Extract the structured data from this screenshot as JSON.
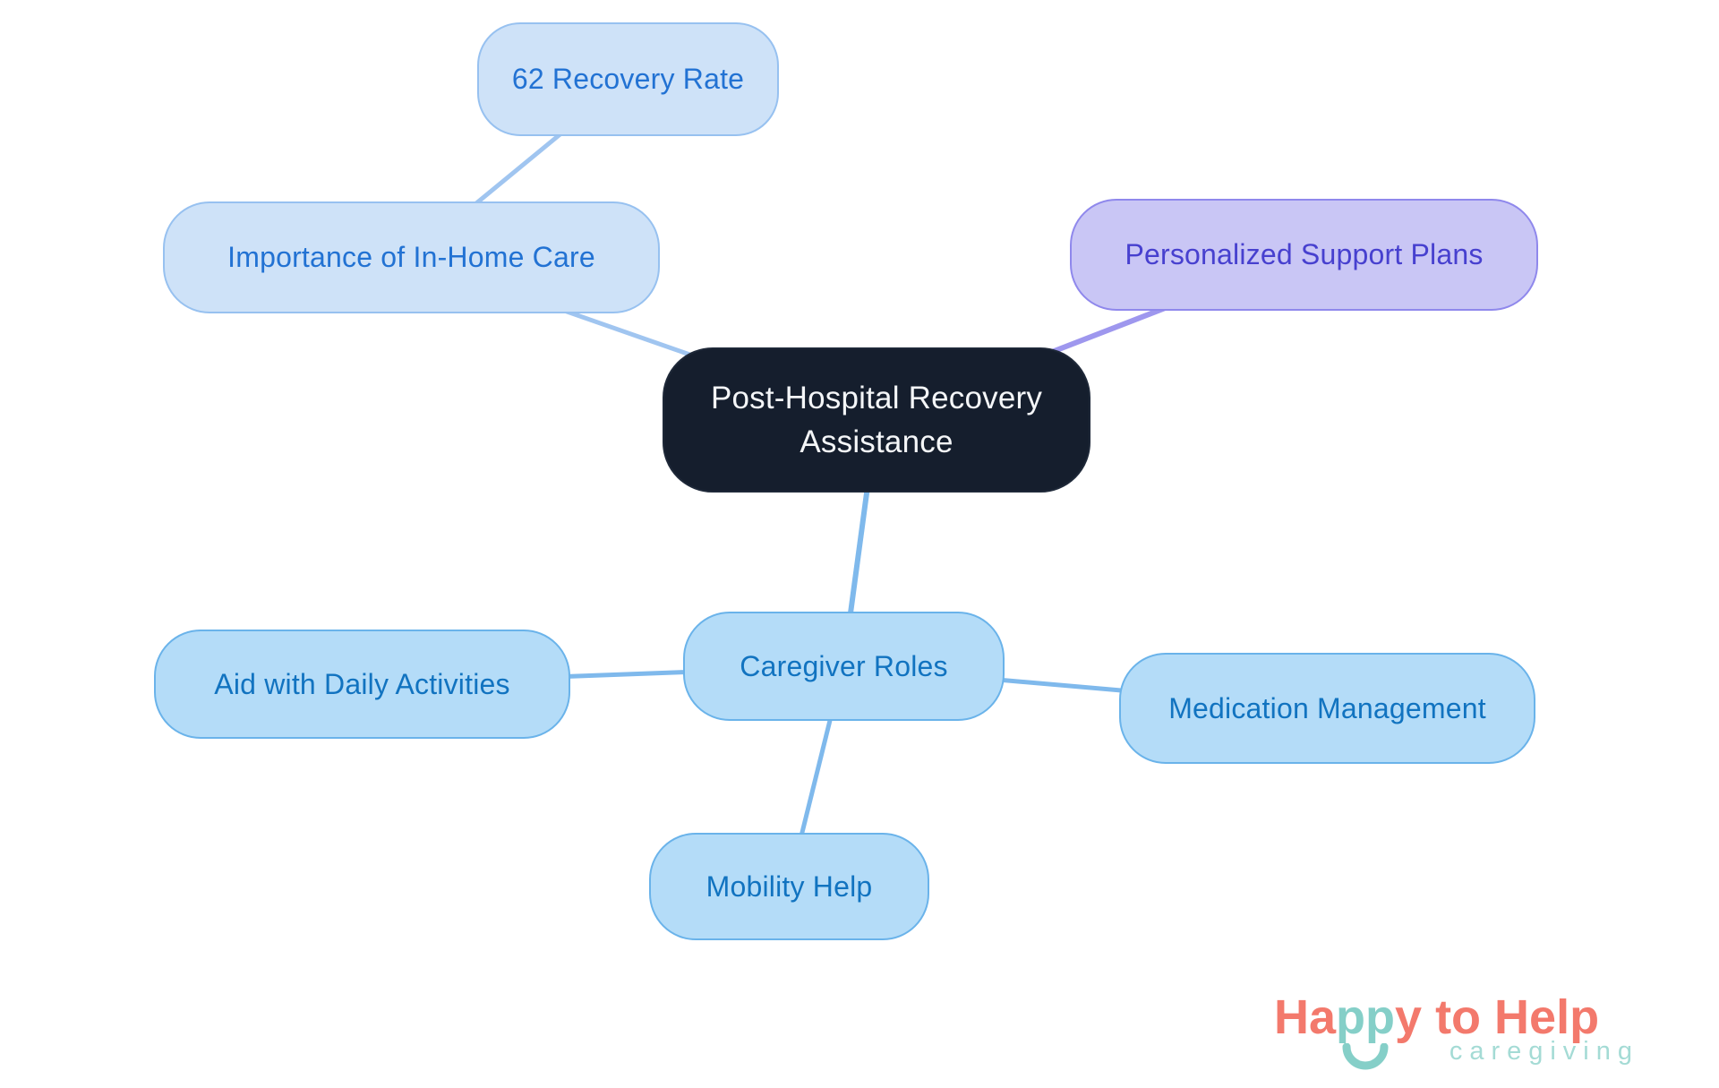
{
  "diagram": {
    "type": "mindmap",
    "central_label": "Post-Hospital Recovery Assistance"
  },
  "nodes": [
    {
      "id": "recovery-rate",
      "label": "62 Recovery Rate",
      "style": "light"
    },
    {
      "id": "importance-in-home-care",
      "label": "Importance of In-Home Care",
      "style": "light"
    },
    {
      "id": "personalized-support-plans",
      "label": "Personalized Support Plans",
      "style": "purple"
    },
    {
      "id": "central",
      "label": "Post-Hospital Recovery Assistance",
      "style": "dark"
    },
    {
      "id": "caregiver-roles",
      "label": "Caregiver Roles",
      "style": "medium"
    },
    {
      "id": "aid-daily-activities",
      "label": "Aid with Daily Activities",
      "style": "medium"
    },
    {
      "id": "medication-management",
      "label": "Medication Management",
      "style": "medium"
    },
    {
      "id": "mobility-help",
      "label": "Mobility Help",
      "style": "medium"
    }
  ],
  "edges": [
    {
      "from": "recovery-rate",
      "to": "importance-in-home-care",
      "color": "#A0C5F0"
    },
    {
      "from": "importance-in-home-care",
      "to": "central",
      "color": "#A0C5F0"
    },
    {
      "from": "personalized-support-plans",
      "to": "central",
      "color": "#9E97EE"
    },
    {
      "from": "central",
      "to": "caregiver-roles",
      "color": "#7FB9EC"
    },
    {
      "from": "caregiver-roles",
      "to": "aid-daily-activities",
      "color": "#7FB9EC"
    },
    {
      "from": "caregiver-roles",
      "to": "medication-management",
      "color": "#7FB9EC"
    },
    {
      "from": "caregiver-roles",
      "to": "mobility-help",
      "color": "#7FB9EC"
    }
  ],
  "colors": {
    "light_node_fill": "#CEE2F8",
    "light_node_border": "#97C1F0",
    "light_node_text": "#2272D3",
    "medium_node_fill": "#B4DCF8",
    "medium_node_border": "#6AB3EA",
    "medium_node_text": "#1173C0",
    "purple_node_fill": "#C9C6F5",
    "purple_node_border": "#8F88EC",
    "purple_node_text": "#4740CF",
    "central_node_fill": "#151E2D",
    "central_node_text": "#F4F6F8",
    "logo_coral": "#F3796C",
    "logo_teal": "#85CFC8",
    "logo_tagline_teal": "#A4DBD5"
  },
  "logo": {
    "brand_part1": "Ha",
    "brand_part2": "pp",
    "brand_part3": "y",
    "brand_part4": " to ",
    "brand_part5": "Help",
    "tagline": "caregiving"
  }
}
